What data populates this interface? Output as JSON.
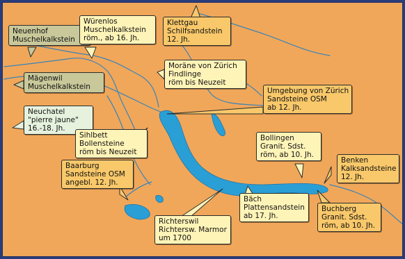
{
  "colors": {
    "background": "#f0a75a",
    "water": "#2a9fd6",
    "river": "#3a83b8",
    "border": "#2a3d7a"
  },
  "callouts": {
    "neuenhof": [
      "Neuenhof",
      "Muschelkalkstein"
    ],
    "wurenlos": [
      "Würenlos",
      "Muschelkalkstein",
      "röm., ab 16. Jh."
    ],
    "klettgau": [
      "Klettgau",
      "Schilfsandstein",
      "12. Jh."
    ],
    "moraene": [
      "Moräne von Zürich",
      "Findlinge",
      "röm bis Neuzeit"
    ],
    "maegenwil": [
      "Mägenwil",
      "Muschelkalkstein"
    ],
    "neuchatel": [
      "Neuchatel",
      "\"pierre jaune\"",
      "16.-18. Jh."
    ],
    "umgebung": [
      "Umgebung von Zürich",
      "Sandsteine OSM",
      "ab 12. Jh."
    ],
    "sihlbett": [
      "Sihlbett",
      "Bollensteine",
      "röm bis Neuzeit"
    ],
    "bollingen": [
      "Bollingen",
      "Granit. Sdst.",
      "röm, ab 10. Jh."
    ],
    "benken": [
      "Benken",
      "Kalksandsteine",
      "12. Jh."
    ],
    "baarburg": [
      "Baarburg",
      "Sandsteine OSM",
      "angebl. 12. Jh."
    ],
    "richterswil": [
      "Richterswil",
      "Richtersw. Marmor",
      "um 1700"
    ],
    "baech": [
      "Bäch",
      "Plattensandstein",
      "ab 17. Jh."
    ],
    "buchberg": [
      "Buchberg",
      "Granit. Sdst.",
      "röm, ab 10. Jh."
    ]
  }
}
